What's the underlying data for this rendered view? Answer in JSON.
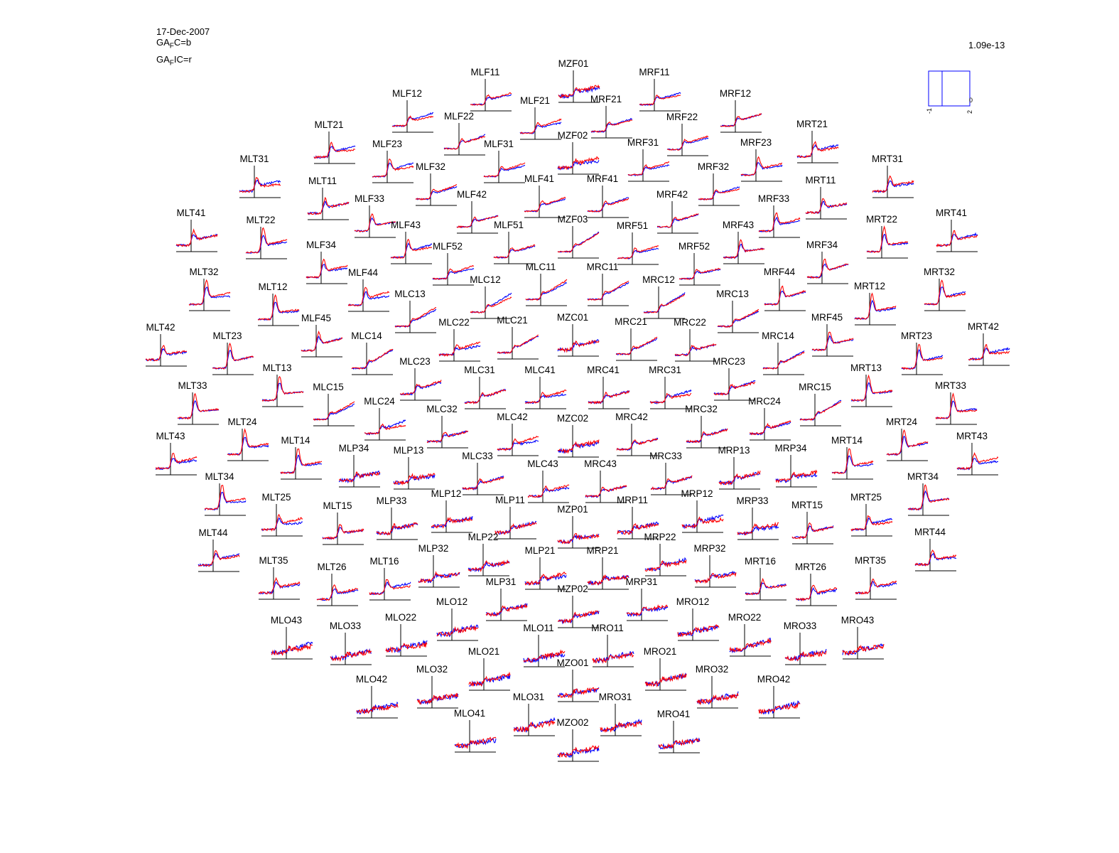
{
  "header": {
    "date": "17-Dec-2007",
    "legend_prefix": "GA",
    "legend_sub": "F",
    "legend1_suffix": "C=b",
    "legend2_suffix": "IC=r",
    "scale_value": "1.09e-13"
  },
  "colors": {
    "series1": "#0000ff",
    "series2": "#ff0000",
    "axes": "#000000"
  },
  "chart_data": {
    "type": "line",
    "title": "",
    "description_layout": "multi-channel topographic grid of small line plots",
    "series": [
      {
        "name": "GA_FC",
        "color": "#0000ff"
      },
      {
        "name": "GA_FIC",
        "color": "#ff0000"
      }
    ],
    "scale_box": {
      "x_ticks": [
        "-1",
        "2"
      ],
      "y_tick": "0",
      "xlim": [
        -1,
        2
      ]
    },
    "channels": [
      "MZF01",
      "MLF11",
      "MRF11",
      "MLF12",
      "MRF12",
      "MLF21",
      "MRF21",
      "MLF22",
      "MRF22",
      "MZF02",
      "MLT21",
      "MRT21",
      "MLF23",
      "MRF23",
      "MLF31",
      "MRF31",
      "MLT31",
      "MRT31",
      "MLF32",
      "MRF32",
      "MLT11",
      "MRT11",
      "MLF41",
      "MRF41",
      "MLF42",
      "MRF42",
      "MLF33",
      "MRF33",
      "MLT41",
      "MRT41",
      "MLT22",
      "MRT22",
      "MZF03",
      "MLF43",
      "MRF43",
      "MLF51",
      "MRF51",
      "MLF34",
      "MRF34",
      "MLF52",
      "MRF52",
      "MLC11",
      "MRC11",
      "MLT32",
      "MRT32",
      "MLF44",
      "MRF44",
      "MLC12",
      "MRC12",
      "MLT12",
      "MRT12",
      "MLC13",
      "MRC13",
      "MLF45",
      "MRF45",
      "MZC01",
      "MLC21",
      "MRC21",
      "MLC22",
      "MRC22",
      "MLT42",
      "MRT42",
      "MLT23",
      "MRT23",
      "MLC14",
      "MRC14",
      "MLC23",
      "MRC23",
      "MLT13",
      "MRT13",
      "MLC31",
      "MRC31",
      "MLC41",
      "MRC41",
      "MLT33",
      "MRT33",
      "MLC15",
      "MRC15",
      "MLC24",
      "MRC24",
      "MLC32",
      "MRC32",
      "MLT24",
      "MRT24",
      "MLC42",
      "MRC42",
      "MZC02",
      "MLT43",
      "MRT43",
      "MLT14",
      "MRT14",
      "MLP34",
      "MRP34",
      "MLP13",
      "MRP13",
      "MLC33",
      "MRC33",
      "MLC43",
      "MRC43",
      "MLT34",
      "MRT34",
      "MLT25",
      "MRT25",
      "MLP12",
      "MRP12",
      "MLT15",
      "MRT15",
      "MLP33",
      "MRP33",
      "MLP11",
      "MRP11",
      "MZP01",
      "MLP22",
      "MRP22",
      "MLT44",
      "MRT44",
      "MLP32",
      "MRP32",
      "MLP21",
      "MRP21",
      "MLT35",
      "MRT35",
      "MLT16",
      "MRT16",
      "MLT26",
      "MRT26",
      "MLP31",
      "MRP31",
      "MZP02",
      "MLO12",
      "MRO12",
      "MLO22",
      "MRO22",
      "MLO43",
      "MRO43",
      "MLO33",
      "MRO33",
      "MLO11",
      "MRO11",
      "MLO21",
      "MRO21",
      "MZO01",
      "MLO32",
      "MRO32",
      "MLO42",
      "MRO42",
      "MLO31",
      "MRO31",
      "MLO41",
      "MRO41",
      "MZO02"
    ]
  }
}
